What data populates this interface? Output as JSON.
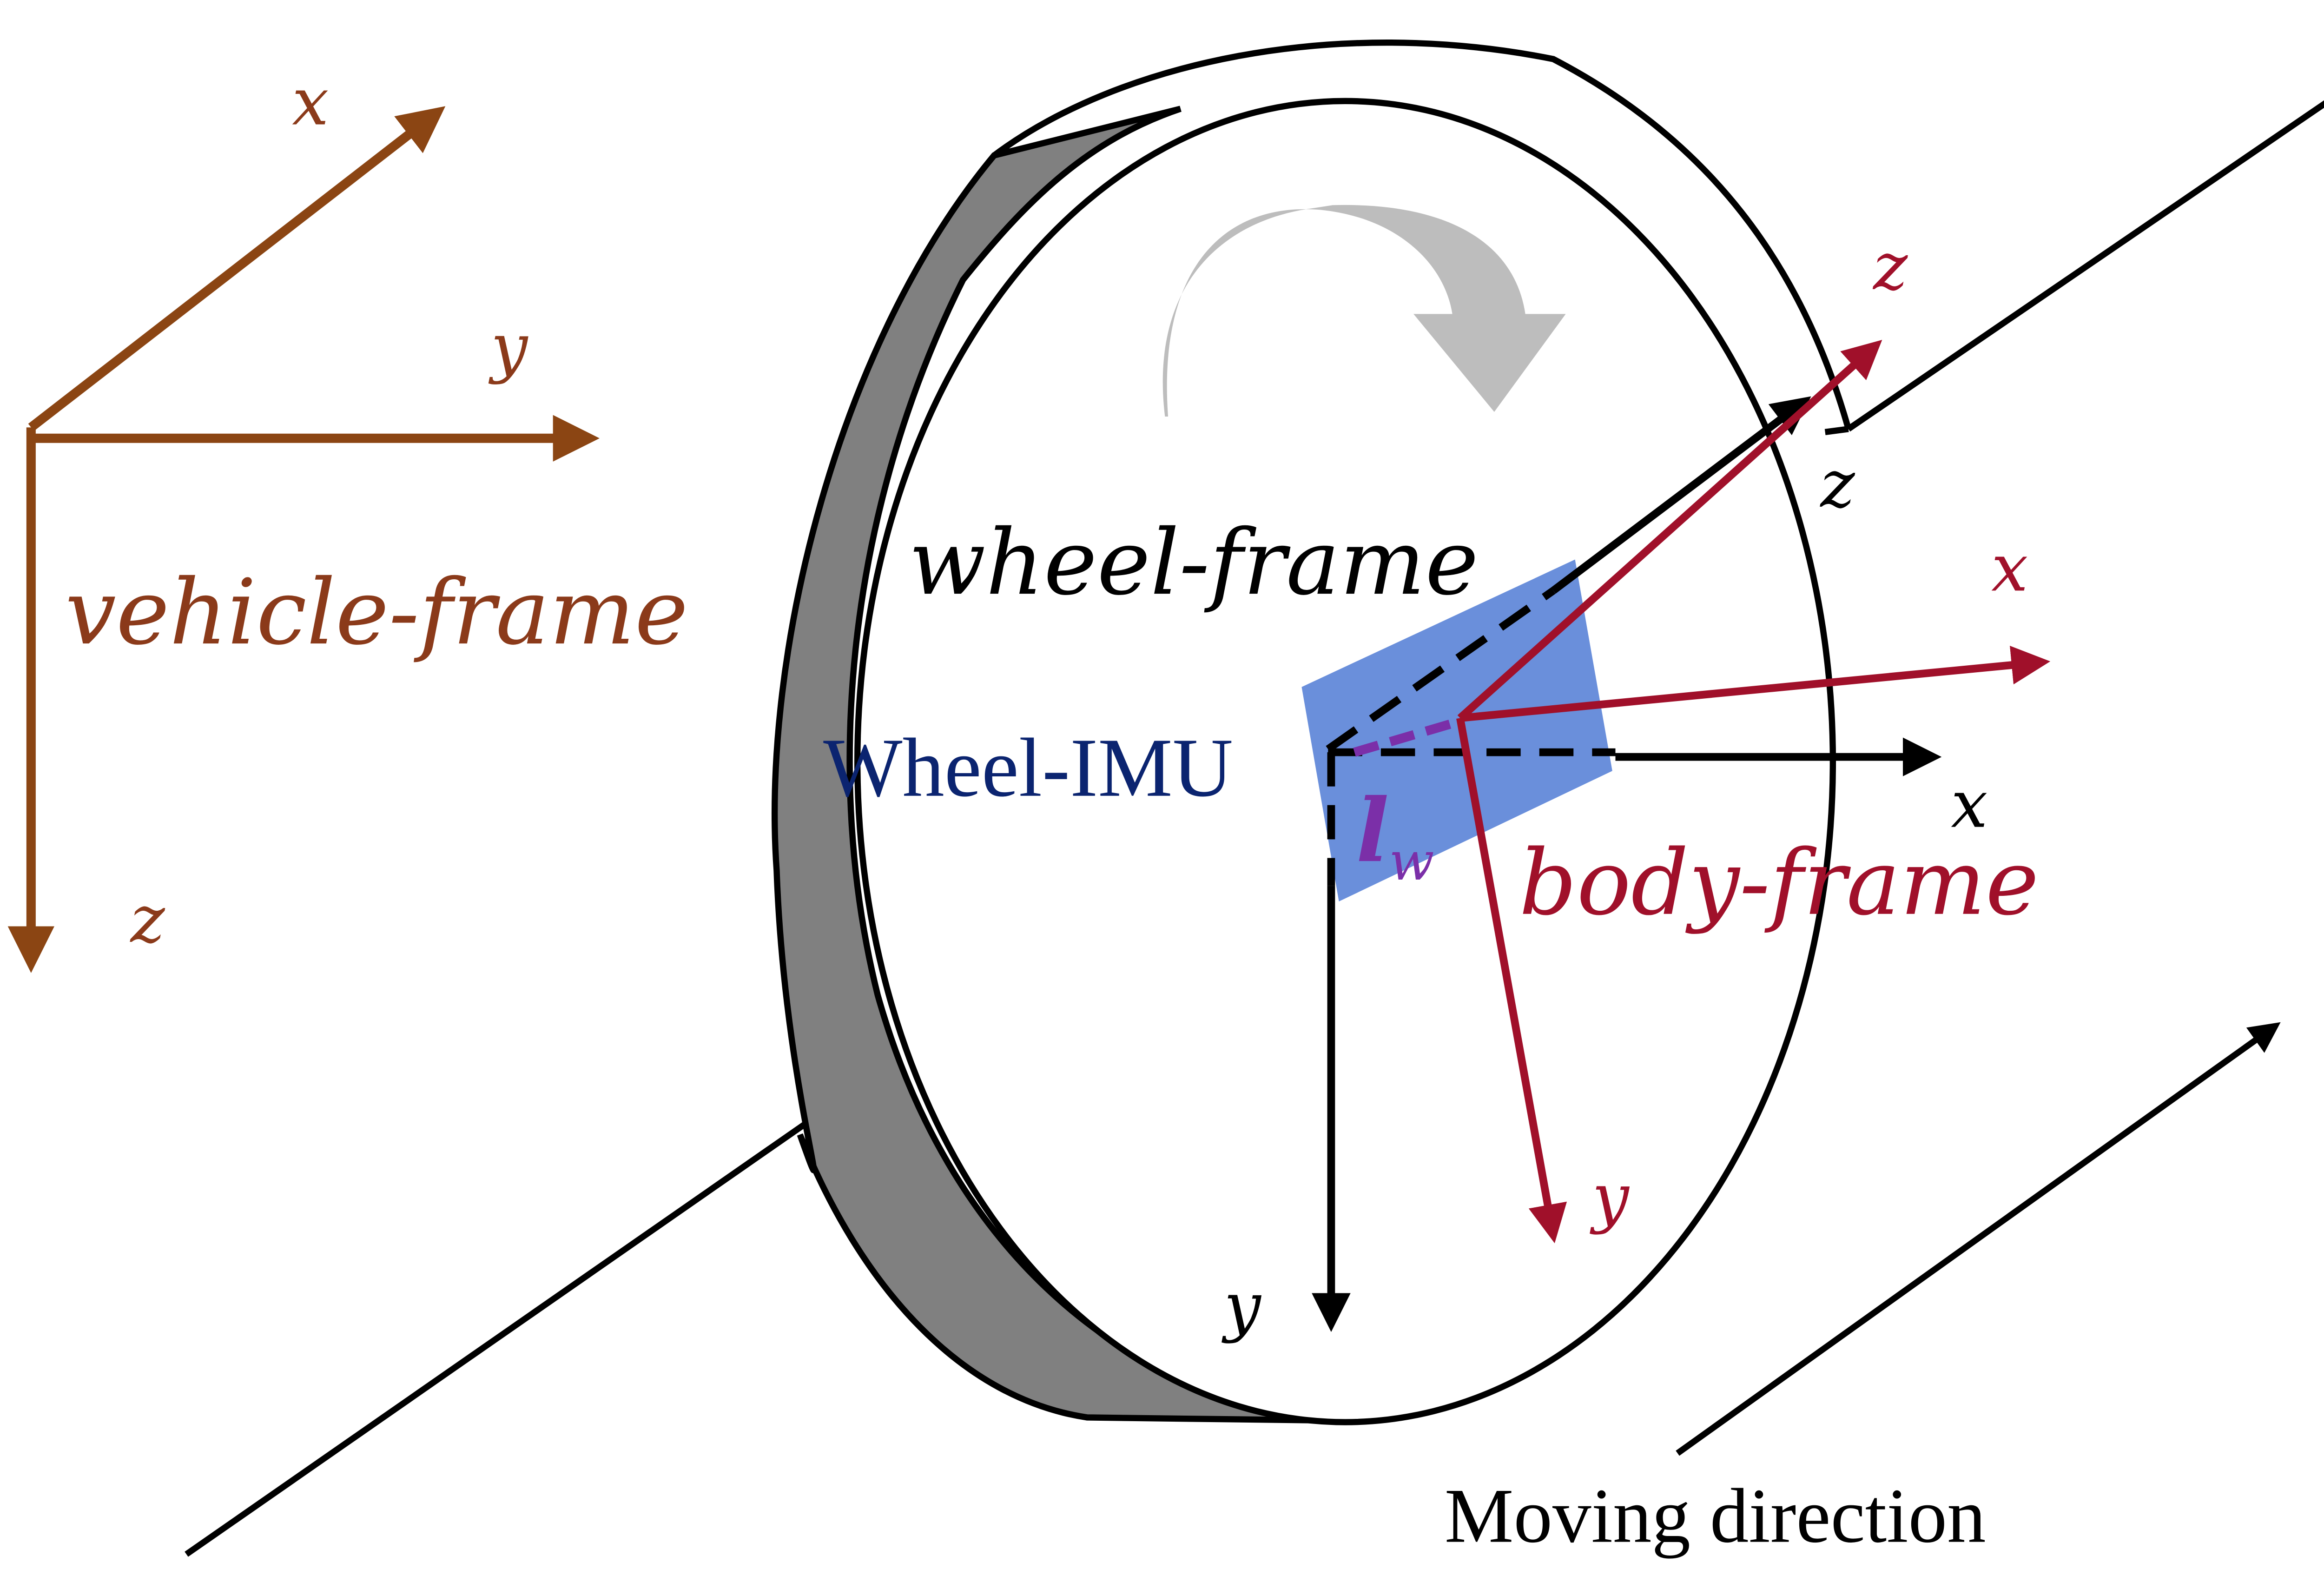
{
  "colors": {
    "vehicle": "#8B4513",
    "vehicle_text": "#8B3A1A",
    "body": "#A0102A",
    "wheel": "#000000",
    "imu_fill": "#6A8FDB",
    "imu_text": "#0B2470",
    "lever": "#7B2FA8",
    "tire_side": "#808080",
    "rotation_arrow": "#BDBDBD"
  },
  "vehicle_frame": {
    "label": "vehicle-frame",
    "axis_x": "x",
    "axis_y": "y",
    "axis_z": "z"
  },
  "wheel_frame": {
    "label": "wheel-frame",
    "axis_x": "x",
    "axis_y": "y",
    "axis_z": "z"
  },
  "body_frame": {
    "label": "body-frame",
    "axis_x": "x",
    "axis_y": "y",
    "axis_z": "z"
  },
  "imu": {
    "label": "Wheel-IMU",
    "lever_arm": "l",
    "lever_arm_sub": "w"
  },
  "moving_direction": {
    "label": "Moving direction"
  }
}
